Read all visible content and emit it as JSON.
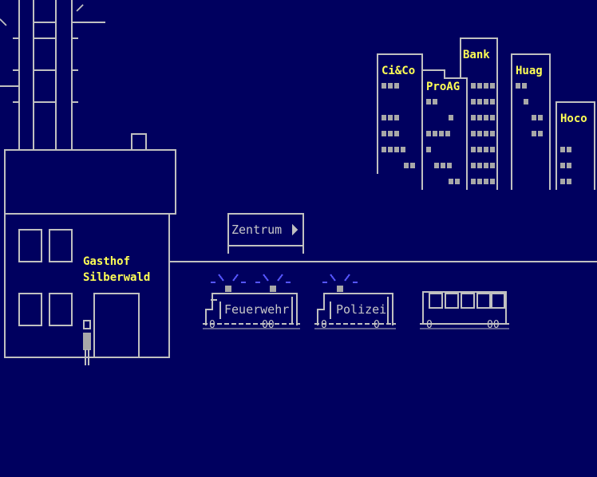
{
  "colors": {
    "background": "#00005f",
    "line": "#c0c0c0",
    "label_yellow": "#ffff55",
    "window_gray": "#a8a8a8",
    "siren_blue": "#5555ff"
  },
  "inn": {
    "line1": "Gasthof",
    "line2": "Silberwald"
  },
  "signpost": {
    "label": "Zentrum"
  },
  "buildings": {
    "b1": "Ci&Co",
    "b2": "ProAG",
    "b3": "Bank",
    "b4": "Huag",
    "b5": "Hoco"
  },
  "vehicles": {
    "fire_truck": "Feuerwehr",
    "police_car": "Polizei"
  }
}
